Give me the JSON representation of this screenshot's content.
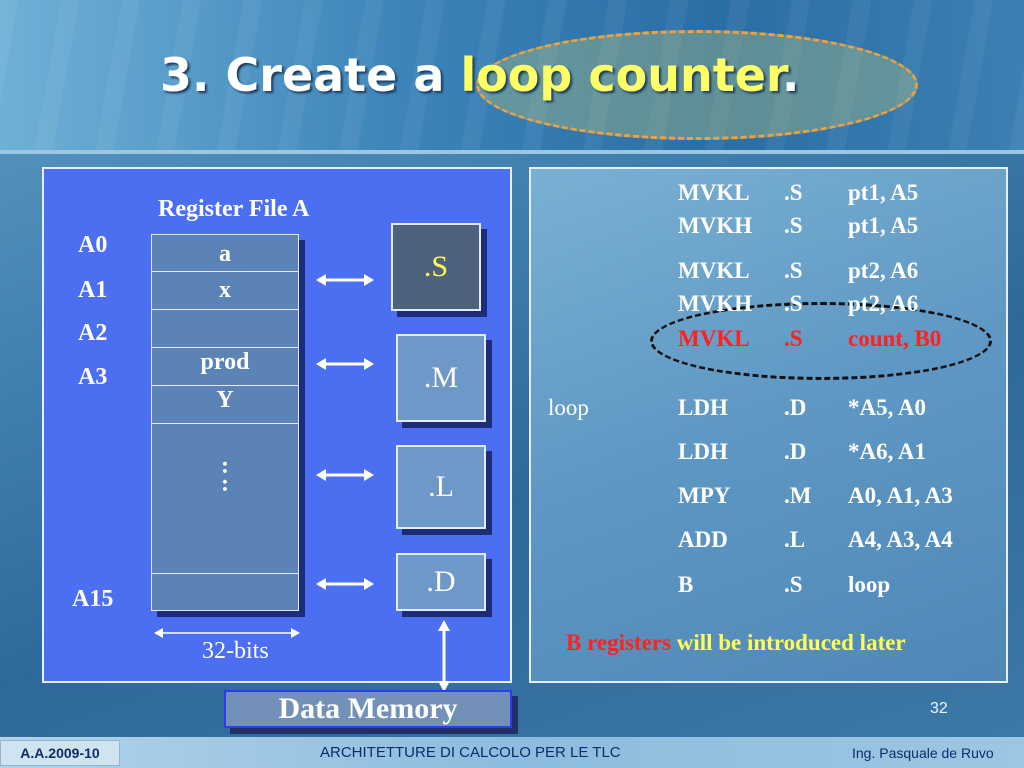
{
  "title": {
    "prefix": "3.  Create a ",
    "highlight": "loop counter",
    "suffix": "."
  },
  "diagram": {
    "register_file_label": "Register File A",
    "register_names": [
      "A0",
      "A1",
      "A2",
      "A3",
      "A15"
    ],
    "register_contents": [
      "a",
      "x",
      "prod",
      "Y"
    ],
    "ellipsis": ":",
    "width_label": "32-bits",
    "units": [
      ".S",
      ".M",
      ".L",
      ".D"
    ],
    "data_memory": "Data Memory"
  },
  "code": {
    "setup": [
      {
        "label": "",
        "op": "MVKL",
        "unit": ".S",
        "args": "pt1, A5"
      },
      {
        "label": "",
        "op": "MVKH",
        "unit": ".S",
        "args": "pt1, A5"
      },
      {
        "label": "",
        "op": "MVKL",
        "unit": ".S",
        "args": "pt2, A6"
      },
      {
        "label": "",
        "op": "MVKH",
        "unit": ".S",
        "args": "pt2, A6"
      },
      {
        "label": "",
        "op": "MVKL",
        "unit": ".S",
        "args": "count, B0"
      }
    ],
    "loop": [
      {
        "label": "loop",
        "op": "LDH",
        "unit": ".D",
        "args": "*A5, A0"
      },
      {
        "label": "",
        "op": "LDH",
        "unit": ".D",
        "args": "*A6, A1"
      },
      {
        "label": "",
        "op": "MPY",
        "unit": ".M",
        "args": "A0, A1, A3"
      },
      {
        "label": "",
        "op": "ADD",
        "unit": ".L",
        "args": "A4, A3, A4"
      },
      {
        "label": "",
        "op": "B",
        "unit": ".S",
        "args": "loop"
      }
    ]
  },
  "note": {
    "highlight": "B registers",
    "rest": " will be introduced later"
  },
  "page_number": "32",
  "footer": {
    "left": "A.A.2009-10",
    "center": "ARCHITETTURE DI CALCOLO PER LE TLC",
    "right": "Ing. Pasquale de Ruvo"
  },
  "colors": {
    "highlight_yellow": "#ffff66",
    "alert_red": "#ff2020",
    "panel_blue": "#4b6ff0"
  }
}
